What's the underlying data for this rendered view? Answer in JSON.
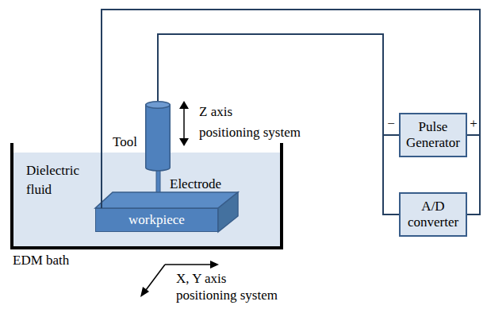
{
  "diagram": {
    "nodes": [
      {
        "text": [
          "Tool"
        ]
      },
      {
        "text": [
          "workpiece"
        ]
      },
      {
        "text": [
          "Pulse Generator"
        ]
      },
      {
        "text": [
          "A/D converter"
        ]
      }
    ],
    "edges": [
      {
        "from": 0,
        "to": 2,
        "arrow": "none"
      },
      {
        "from": 0,
        "to": 3,
        "arrow": "none"
      },
      {
        "from": 1,
        "to": 2,
        "arrow": "none"
      },
      {
        "from": 1,
        "to": 3,
        "arrow": "none"
      }
    ],
    "labels": [
      "Z axis positioning system",
      "Dielectric fluid",
      "Electrode",
      "EDM bath",
      "X, Y axis positioning system",
      "−",
      "+"
    ]
  }
}
